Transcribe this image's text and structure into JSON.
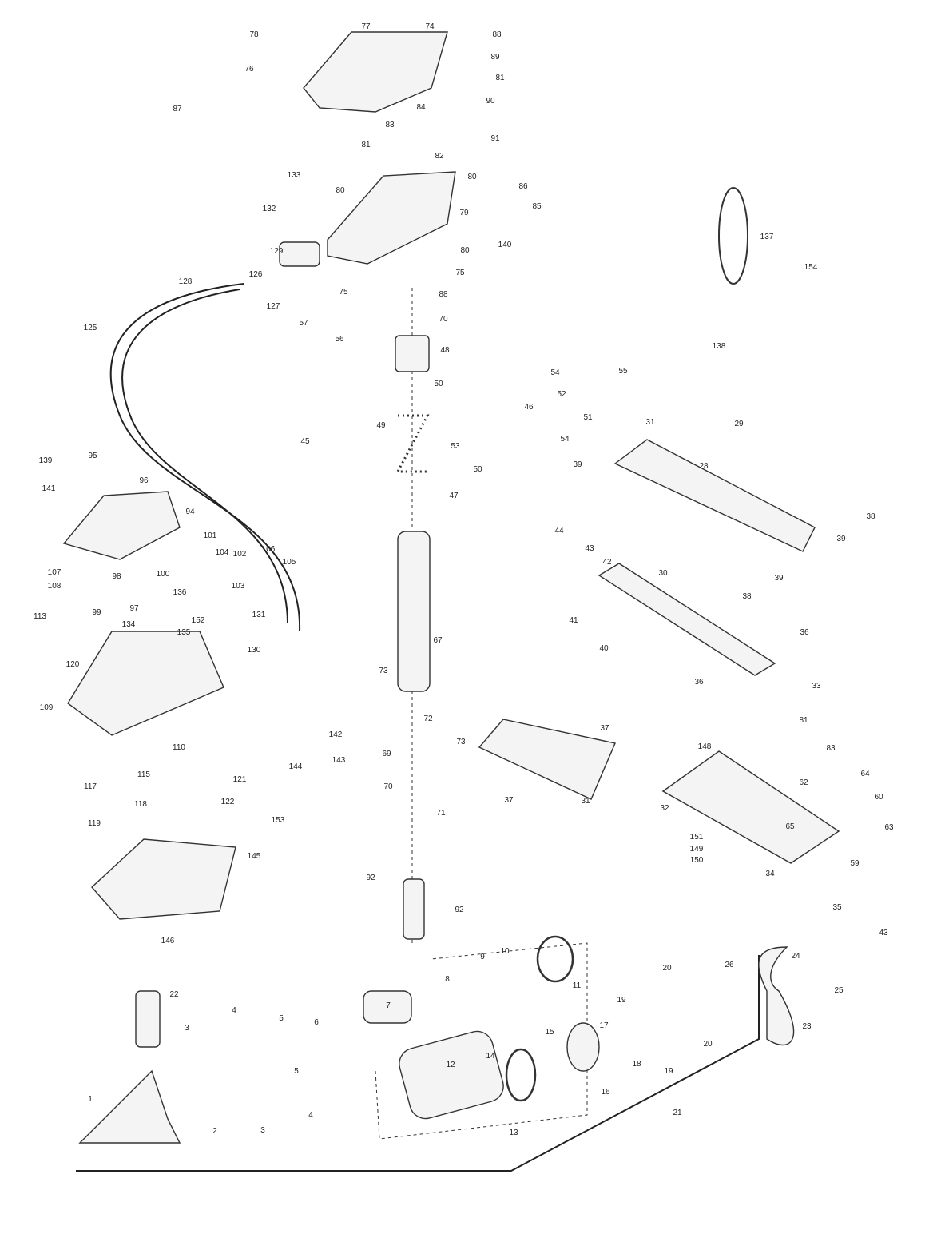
{
  "diagram": {
    "type": "exploded parts diagram",
    "line_color": "#222222",
    "background": "#ffffff",
    "callouts": [
      "78",
      "77",
      "74",
      "76",
      "88",
      "89",
      "81",
      "87",
      "84",
      "90",
      "83",
      "91",
      "81",
      "82",
      "133",
      "80",
      "80",
      "86",
      "85",
      "132",
      "79",
      "137",
      "140",
      "80",
      "154",
      "129",
      "128",
      "126",
      "75",
      "127",
      "75",
      "88",
      "125",
      "57",
      "70",
      "56",
      "138",
      "48",
      "54",
      "55",
      "52",
      "50",
      "46",
      "51",
      "49",
      "45",
      "53",
      "54",
      "31",
      "29",
      "50",
      "39",
      "28",
      "139",
      "95",
      "96",
      "47",
      "141",
      "38",
      "39",
      "94",
      "44",
      "43",
      "101",
      "104",
      "102",
      "106",
      "42",
      "30",
      "105",
      "107",
      "98",
      "100",
      "103",
      "108",
      "39",
      "38",
      "99",
      "97",
      "136",
      "67",
      "41",
      "40",
      "36",
      "113",
      "131",
      "152",
      "134",
      "135",
      "130",
      "120",
      "73",
      "36",
      "33",
      "109",
      "72",
      "142",
      "37",
      "73",
      "143",
      "144",
      "110",
      "81",
      "148",
      "83",
      "69",
      "115",
      "121",
      "117",
      "118",
      "70",
      "71",
      "37",
      "31",
      "62",
      "64",
      "60",
      "32",
      "122",
      "119",
      "153",
      "65",
      "63",
      "151",
      "149",
      "150",
      "145",
      "59",
      "34",
      "92",
      "92",
      "35",
      "43",
      "146",
      "9",
      "10",
      "8",
      "24",
      "26",
      "20",
      "25",
      "22",
      "11",
      "7",
      "4",
      "5",
      "19",
      "3",
      "6",
      "15",
      "17",
      "23",
      "20",
      "12",
      "14",
      "18",
      "19",
      "16",
      "5",
      "1",
      "4",
      "2",
      "3",
      "21",
      "13"
    ]
  }
}
